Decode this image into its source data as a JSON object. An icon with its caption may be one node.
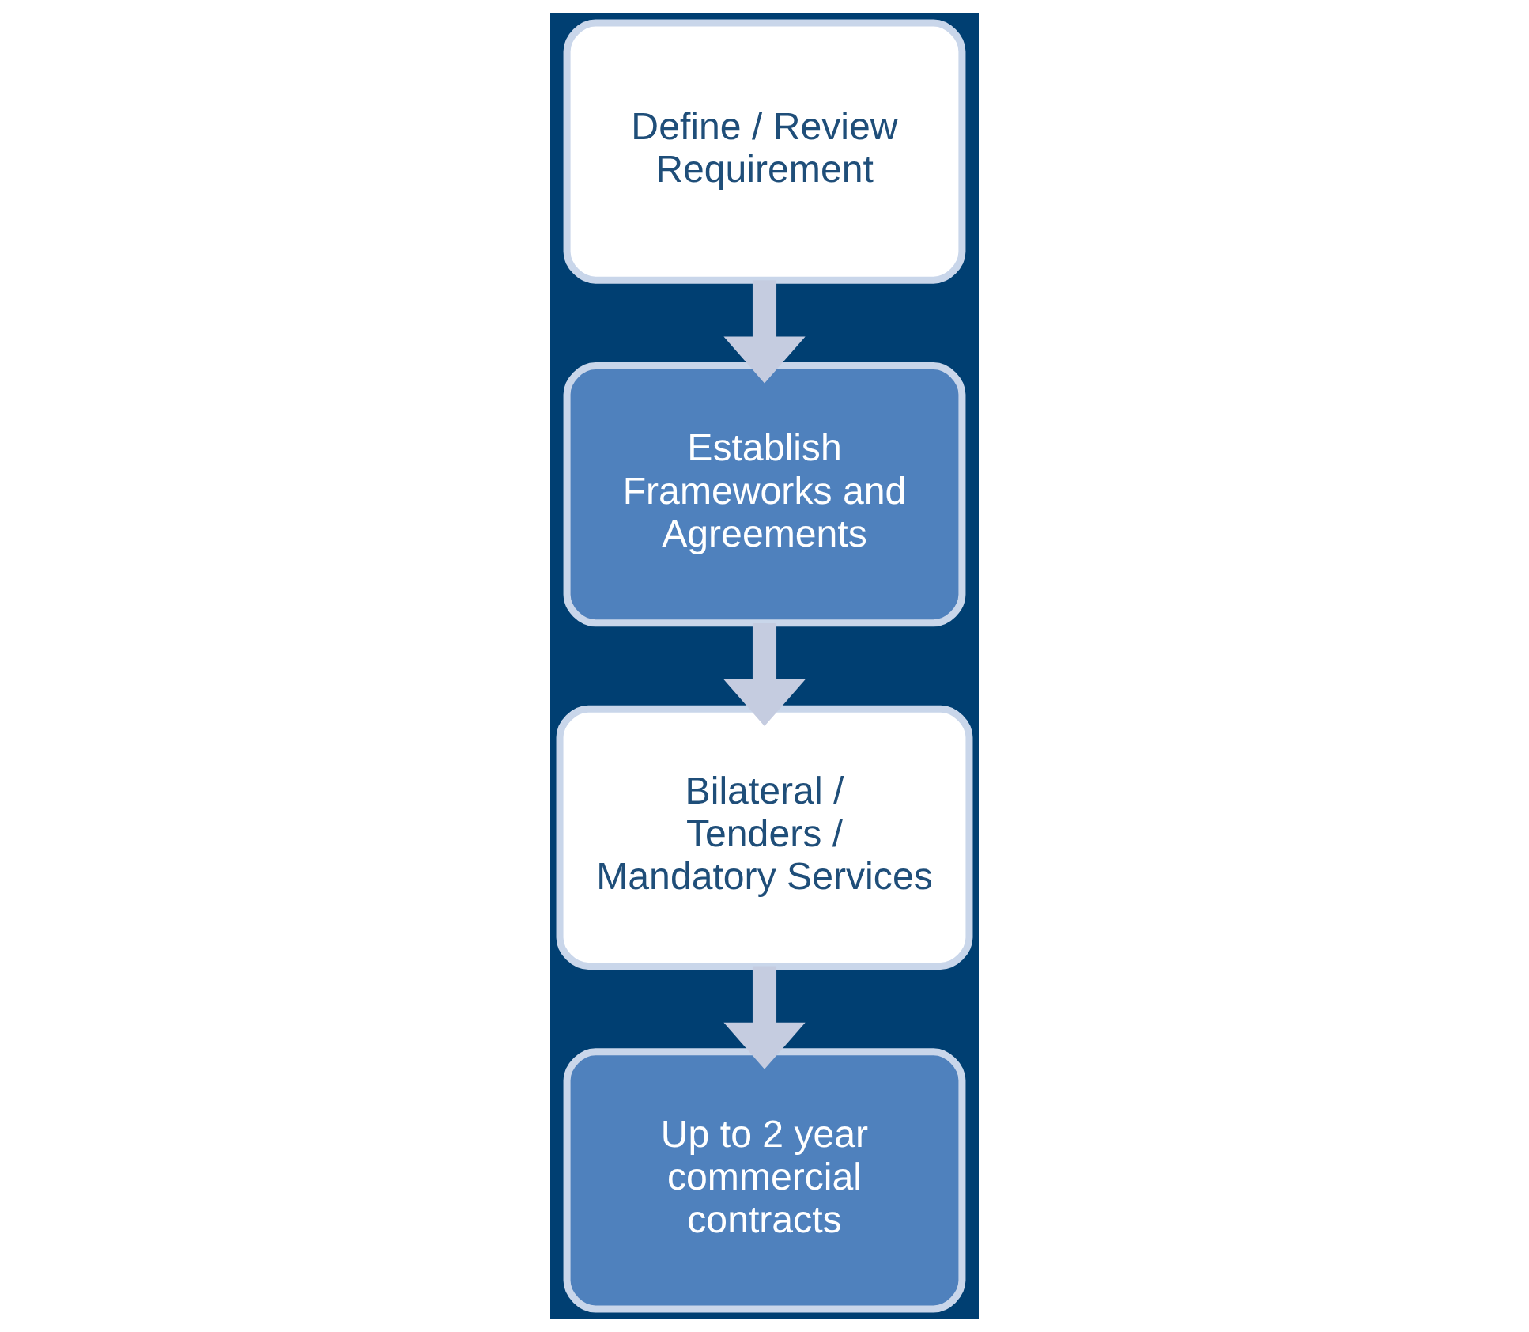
{
  "diagram": {
    "nodes": [
      {
        "text": [
          "Define / Review Requirement"
        ]
      },
      {
        "text": [
          "Establish Frameworks and Agreements"
        ]
      },
      {
        "text": [
          "Bilateral / Tenders / Mandatory Services"
        ]
      },
      {
        "text": [
          "Up to 2 year commercial contracts"
        ]
      }
    ],
    "edges": [
      {
        "from": 0,
        "to": 1,
        "arrow": "to"
      },
      {
        "from": 1,
        "to": 2,
        "arrow": "to"
      },
      {
        "from": 2,
        "to": 3,
        "arrow": "to"
      }
    ]
  }
}
